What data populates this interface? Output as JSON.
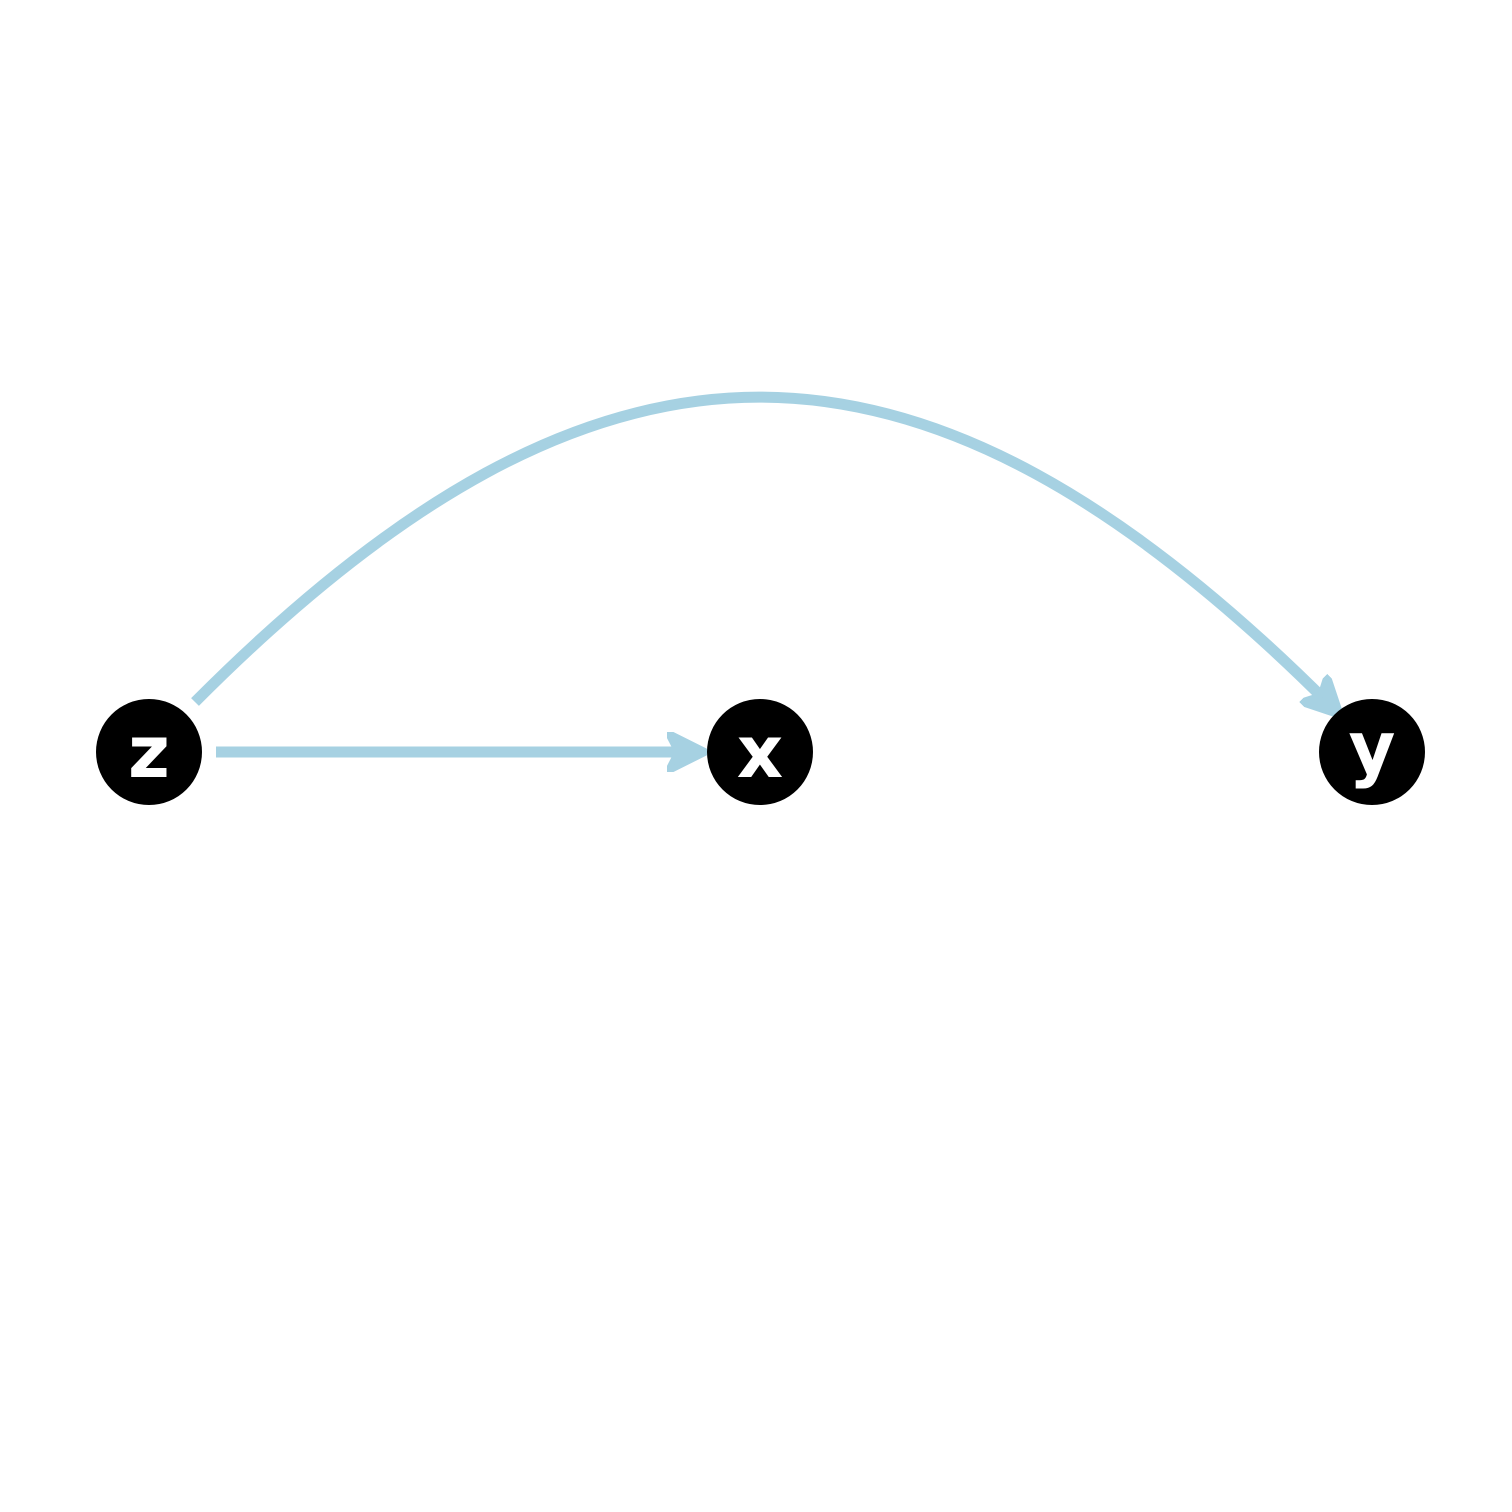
{
  "diagram": {
    "nodes": [
      {
        "id": "z",
        "label": "z"
      },
      {
        "id": "x",
        "label": "x"
      },
      {
        "id": "y",
        "label": "y"
      }
    ],
    "edges": [
      {
        "from": "z",
        "to": "x"
      },
      {
        "from": "z",
        "to": "y"
      }
    ],
    "colors": {
      "edge": "#a6d1e2",
      "node_fill": "#000000",
      "label": "#ffffff",
      "background": "#ffffff"
    }
  }
}
